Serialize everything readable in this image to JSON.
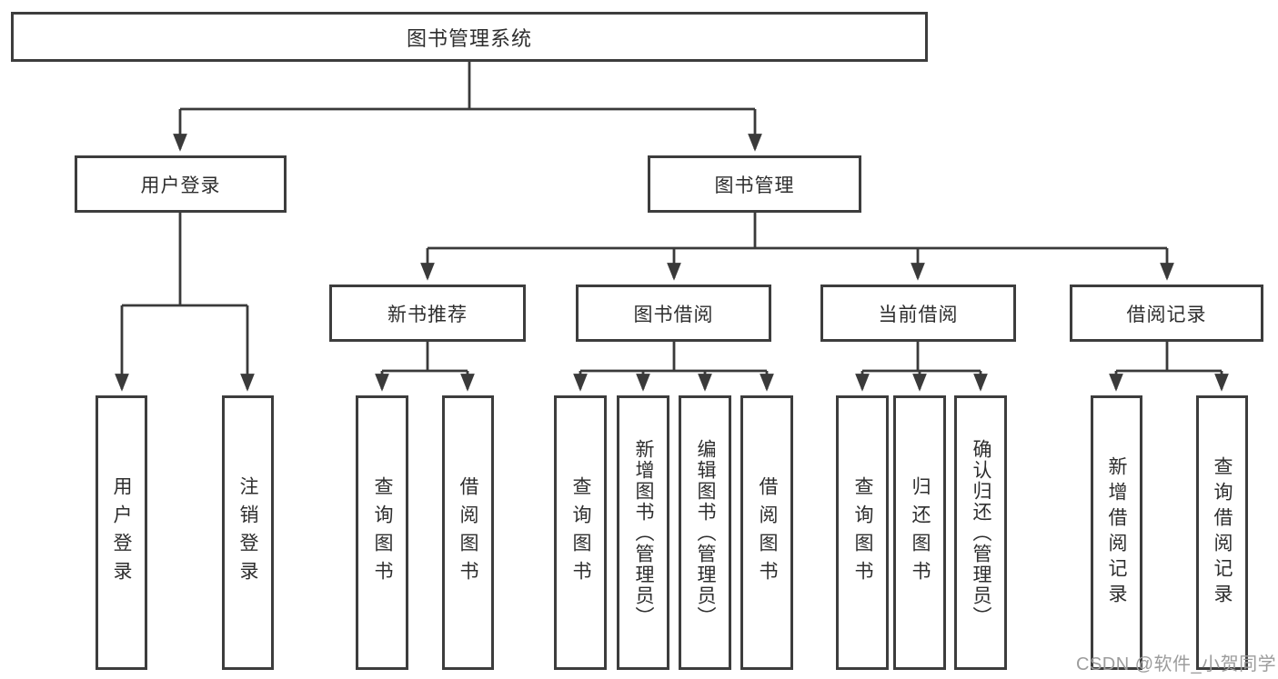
{
  "title": "图书管理系统",
  "watermark": "CSDN @软件_小贺同学",
  "colors": {
    "line": "#3a3a3a",
    "border": "#3d3d3d",
    "text": "#2e2e2e",
    "watermark_gray": "#9c9c9c",
    "background": "#ffffff"
  },
  "tree": {
    "root": "图书管理系统",
    "branches": [
      {
        "label": "用户登录",
        "children": [
          "用户登录",
          "注销登录"
        ]
      },
      {
        "label": "图书管理",
        "groups": [
          {
            "label": "新书推荐",
            "children": [
              "查询图书",
              "借阅图书"
            ]
          },
          {
            "label": "图书借阅",
            "children": [
              "查询图书",
              "新增图书（管理员）",
              "编辑图书（管理员）",
              "借阅图书"
            ]
          },
          {
            "label": "当前借阅",
            "children": [
              "查询图书",
              "归还图书",
              "确认归还（管理员）"
            ]
          },
          {
            "label": "借阅记录",
            "children": [
              "新增借阅记录",
              "查询借阅记录"
            ]
          }
        ]
      }
    ]
  }
}
